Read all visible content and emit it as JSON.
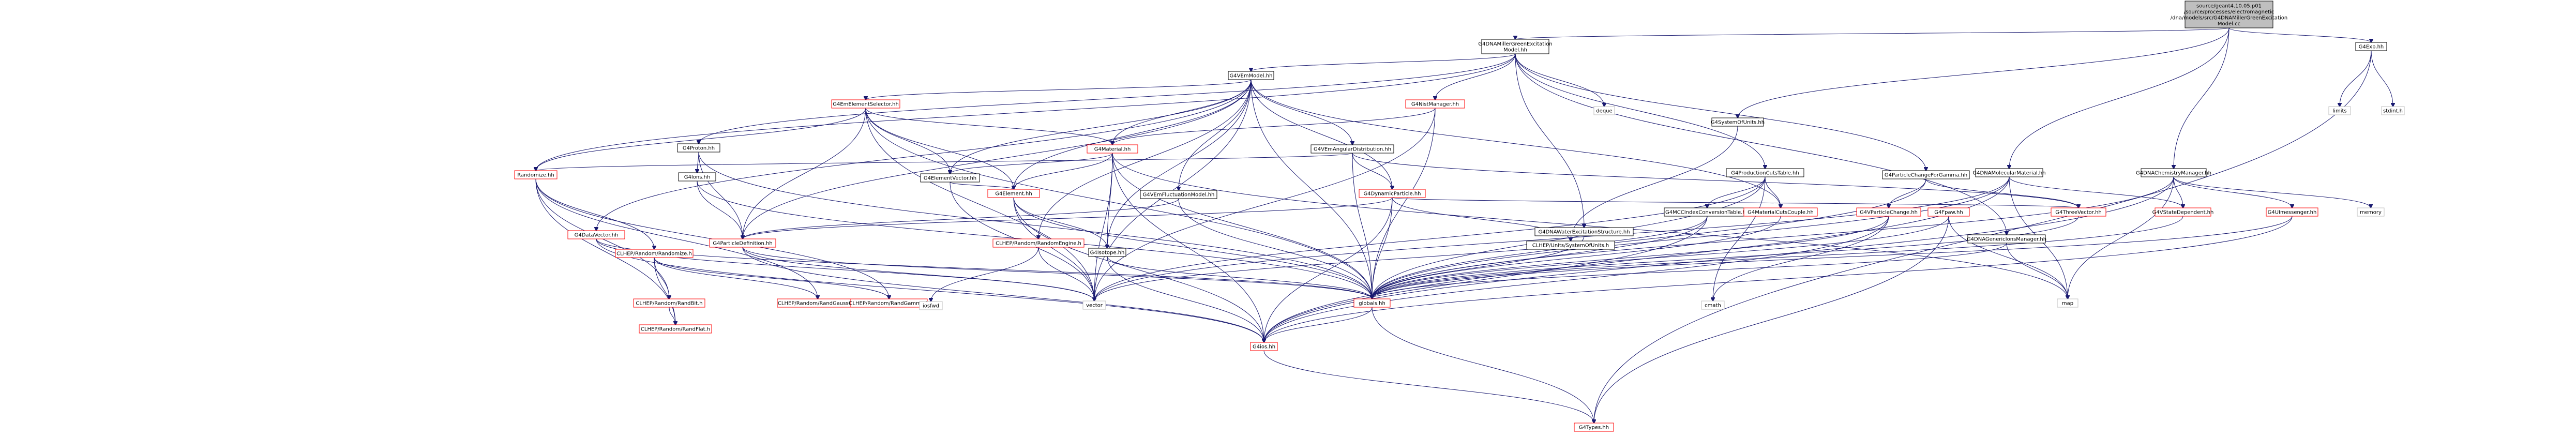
{
  "diagram": {
    "title": "",
    "colors": {
      "edge": "#191970",
      "root_fill": "#bfbfbf",
      "node_fill": "#ffffff",
      "normal_border": "#000000",
      "truncated_border": "#ff0000",
      "system_border": "#bfbfbf"
    },
    "nodes": [
      {
        "id": "root",
        "lines": [
          "source/geant4.10.05.p01",
          "/source/processes/electromagnetic",
          "/dna/models/src/G4DNAMillerGreenExcitation",
          "Model.cc"
        ]
      },
      {
        "id": "n_miller_hh",
        "lines": [
          "G4DNAMillerGreenExcitation",
          "Model.hh"
        ]
      },
      {
        "id": "n_sysofunits",
        "lines": [
          "G4SystemOfUnits.hh"
        ]
      },
      {
        "id": "n_dnamol",
        "lines": [
          "G4DNAMolecularMaterial.hh"
        ]
      },
      {
        "id": "n_dnachem",
        "lines": [
          "G4DNAChemistryManager.hh"
        ]
      },
      {
        "id": "n_g4exp",
        "lines": [
          "G4Exp.hh"
        ]
      },
      {
        "id": "n_vemodel",
        "lines": [
          "G4VEmModel.hh"
        ]
      },
      {
        "id": "n_deque",
        "lines": [
          "deque"
        ]
      },
      {
        "id": "n_limits",
        "lines": [
          "limits"
        ]
      },
      {
        "id": "n_stdint",
        "lines": [
          "stdint.h"
        ]
      },
      {
        "id": "n_emelsel",
        "lines": [
          "G4EmElementSelector.hh"
        ]
      },
      {
        "id": "n_nistmgr",
        "lines": [
          "G4NistManager.hh"
        ]
      },
      {
        "id": "n_proton",
        "lines": [
          "G4Proton.hh"
        ]
      },
      {
        "id": "n_material",
        "lines": [
          "G4Material.hh"
        ]
      },
      {
        "id": "n_emangular",
        "lines": [
          "G4VEmAngularDistribution.hh"
        ]
      },
      {
        "id": "n_prodcuts",
        "lines": [
          "G4ProductionCutsTable.hh"
        ]
      },
      {
        "id": "n_pcforgamma",
        "lines": [
          "G4ParticleChangeForGamma.hh"
        ]
      },
      {
        "id": "n_elemvec",
        "lines": [
          "G4ElementVector.hh"
        ]
      },
      {
        "id": "n_ions",
        "lines": [
          "G4Ions.hh"
        ]
      },
      {
        "id": "n_randomize",
        "lines": [
          "Randomize.hh"
        ]
      },
      {
        "id": "n_element",
        "lines": [
          "G4Element.hh"
        ]
      },
      {
        "id": "n_vemfluct",
        "lines": [
          "G4VEmFluctuationModel.hh"
        ]
      },
      {
        "id": "n_dynpart",
        "lines": [
          "G4DynamicParticle.hh"
        ]
      },
      {
        "id": "n_mcc",
        "lines": [
          "G4MCCIndexConversionTable.hh"
        ]
      },
      {
        "id": "n_matcuts",
        "lines": [
          "G4MaterialCutsCouple.hh"
        ]
      },
      {
        "id": "n_vpchange",
        "lines": [
          "G4VParticleChange.hh"
        ]
      },
      {
        "id": "n_fpaw",
        "lines": [
          "G4Fpaw.hh"
        ]
      },
      {
        "id": "n_timevec",
        "lines": [
          "G4ThreeVector.hh"
        ]
      },
      {
        "id": "n_vstatedep",
        "lines": [
          "G4VStateDependent.hh"
        ]
      },
      {
        "id": "n_umessenger",
        "lines": [
          "G4UImessenger.hh"
        ]
      },
      {
        "id": "n_memory",
        "lines": [
          "memory"
        ]
      },
      {
        "id": "n_dnagenericion",
        "lines": [
          "G4DNAGenericIonsManager.hh"
        ]
      },
      {
        "id": "n_dnawater",
        "lines": [
          "G4DNAWaterExcitationStructure.hh"
        ]
      },
      {
        "id": "n_clhep_units",
        "lines": [
          "CLHEP/Units/SystemOfUnits.h"
        ]
      },
      {
        "id": "n_datavec",
        "lines": [
          "G4DataVector.hh"
        ]
      },
      {
        "id": "n_clhep_randomize",
        "lines": [
          "CLHEP/Random/Randomize.h"
        ]
      },
      {
        "id": "n_partdef",
        "lines": [
          "G4ParticleDefinition.hh"
        ]
      },
      {
        "id": "n_randengine",
        "lines": [
          "CLHEP/Random/RandomEngine.h"
        ]
      },
      {
        "id": "n_isotope",
        "lines": [
          "G4Isotope.hh"
        ]
      },
      {
        "id": "n_randbit",
        "lines": [
          "CLHEP/Random/RandBit.h"
        ]
      },
      {
        "id": "n_randgaussq",
        "lines": [
          "CLHEP/Random/RandGaussQ.h"
        ]
      },
      {
        "id": "n_randgamma",
        "lines": [
          "CLHEP/Random/RandGamma.h"
        ]
      },
      {
        "id": "n_randflat",
        "lines": [
          "CLHEP/Random/RandFlat.h"
        ]
      },
      {
        "id": "n_iosfwd",
        "lines": [
          "iosfwd"
        ]
      },
      {
        "id": "n_vector",
        "lines": [
          "vector"
        ]
      },
      {
        "id": "n_globals",
        "lines": [
          "globals.hh"
        ]
      },
      {
        "id": "n_cmath",
        "lines": [
          "cmath"
        ]
      },
      {
        "id": "n_map",
        "lines": [
          "map"
        ]
      },
      {
        "id": "n_g4ios",
        "lines": [
          "G4ios.hh"
        ]
      },
      {
        "id": "n_g4types",
        "lines": [
          "G4Types.hh"
        ]
      }
    ]
  }
}
